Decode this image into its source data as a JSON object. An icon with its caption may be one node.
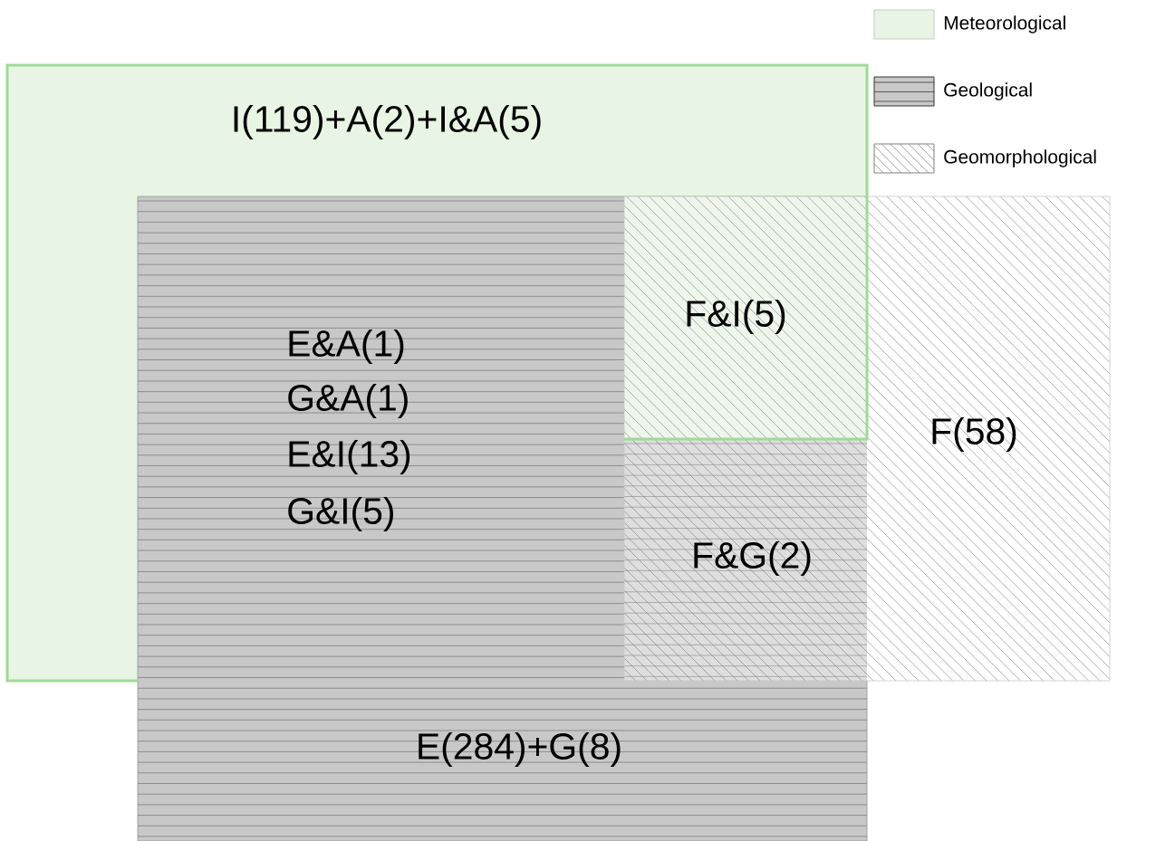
{
  "diagram": {
    "nodes": [
      {
        "text": [
          "I(119)+A(2)+I&A(5)"
        ]
      },
      {
        "text": [
          "E(284)+G(8)"
        ]
      },
      {
        "text": [
          "F(58)"
        ]
      }
    ],
    "labels": [
      "F&I(5)",
      "E&A(1)",
      "G&A(1)",
      "E&I(13)",
      "G&I(5)",
      "F&G(2)"
    ],
    "legend": [
      {
        "text": "Meteorological",
        "color": "#e8f5e4"
      },
      {
        "text": "Geological"
      },
      {
        "text": "Geomorphological"
      }
    ]
  }
}
